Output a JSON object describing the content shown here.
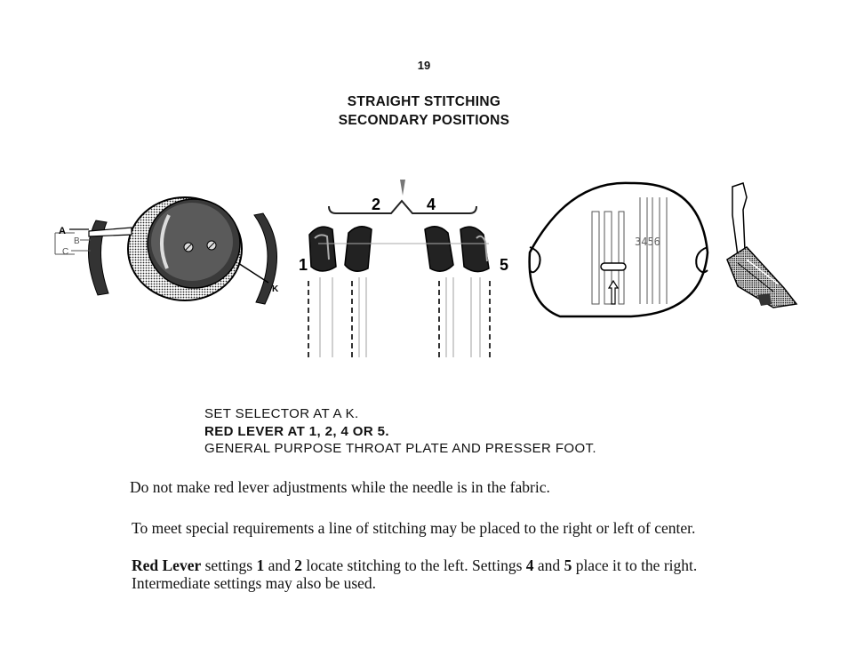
{
  "page_number": "19",
  "title": {
    "line1": "STRAIGHT STITCHING",
    "line2": "SECONDARY POSITIONS"
  },
  "figure": {
    "selector_labels": [
      "A",
      "B",
      "C",
      "K"
    ],
    "lever_labels": [
      "1",
      "2",
      "4",
      "5"
    ],
    "plate_scale": "3456"
  },
  "instructions": {
    "line1": "SET SELECTOR AT A K.",
    "line2": "RED LEVER AT 1, 2, 4 OR 5.",
    "line3": "GENERAL PURPOSE THROAT PLATE AND PRESSER FOOT."
  },
  "warning": "Do not make red lever adjustments while the needle is in the fabric.",
  "paragraph1": "To meet special requirements a line of stitching may be placed to the right or left of center.",
  "paragraph2": {
    "lead": "Red Lever",
    "t1": " settings ",
    "v1": "1",
    "t2": " and ",
    "v2": "2",
    "t3": " locate stitching to the left. Settings ",
    "v3": "4",
    "t4": " and ",
    "v4": "5",
    "t5": " place it to the right. Intermediate settings may also be used."
  }
}
